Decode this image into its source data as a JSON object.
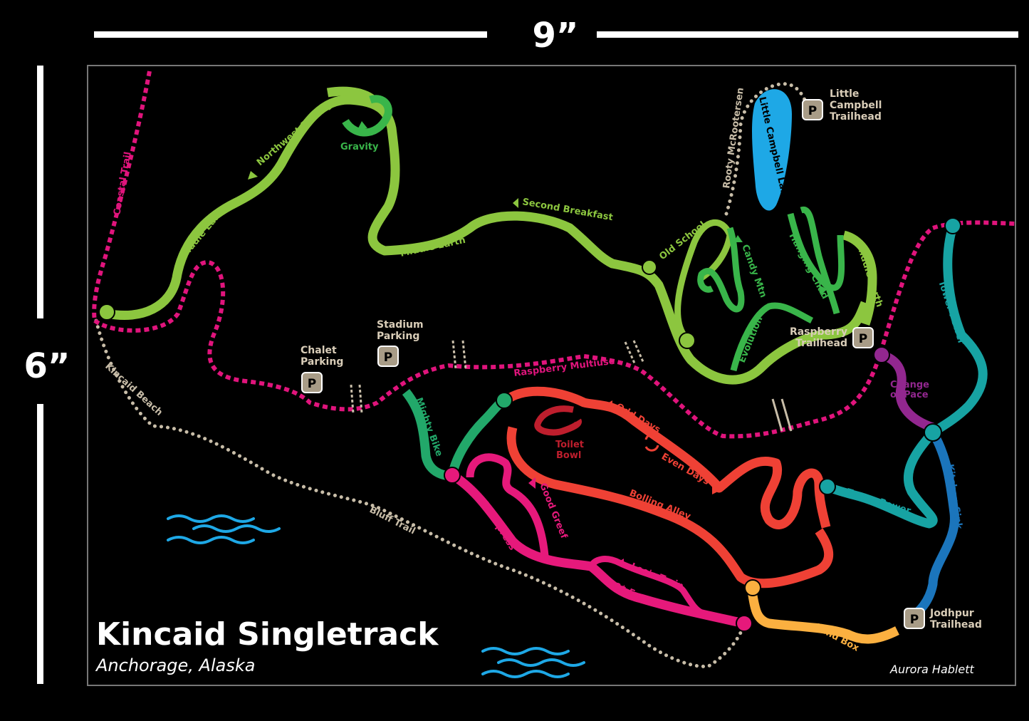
{
  "dimensions": {
    "width_label": "9”",
    "height_label": "6”"
  },
  "title": "Kincaid Singletrack",
  "subtitle": "Anchorage, Alaska",
  "signature": "Aurora Hablett",
  "colors": {
    "lime": "#8cc63f",
    "green": "#39b54a",
    "mint": "#22a86a",
    "red": "#ef4135",
    "darkred": "#be1e2d",
    "pink": "#e6197b",
    "orange": "#fbb040",
    "teal": "#17a3a3",
    "blue": "#1b75bc",
    "purple": "#92278f",
    "magenta": "#e0147c",
    "tan": "#c8bda8",
    "lake": "#1ea8e6",
    "water": "#1ea8e6"
  },
  "trail_labels": {
    "coastal_trail": "Coastal Trail",
    "kincaid_beach": "Kincaid Beach",
    "bluff_trail": "Bluff Trail",
    "middle_earth_1": "Middle Earth",
    "northwest_passage": "Northwest Passage",
    "gravity": "Gravity",
    "middle_earth_2": "Middle Earth",
    "second_breakfast": "Second Breakfast",
    "old_school": "Old School",
    "candy_mtn": "Candy Mtn",
    "rooty": "Rooty McRootersen",
    "lake": "Little Campbell Lake",
    "hanging_chad": "Hanging Chad",
    "middle_earth_3": "Middle Earth",
    "evolution": "Evolution",
    "raspberry_multiuse": "Raspberry Multiuse",
    "mighty_bike": "Mighty Bike",
    "odd_days": "Odd Days",
    "even_days": "Even Days",
    "toilet_bowl_1": "Toilet",
    "toilet_bowl_2": "Bowl",
    "good_greef": "Good Greef",
    "cs_express_1": "C$ Express",
    "cs_express_2": "C$ Express",
    "bolling_alley": "Bolling Alley",
    "lees_train": "Lee's Train",
    "tower_power_1": "Tower Power",
    "tower_power_2": "Tower Power",
    "change_of_pace_1": "Change",
    "change_of_pace_2": "of Pace",
    "kitchen_sink": "Kitchen Sink",
    "sand_box": "Sand Box"
  },
  "trailheads": {
    "little_campbell": [
      "Little",
      "Campbell",
      "Trailhead"
    ],
    "raspberry": [
      "Raspberry",
      "Trailhead"
    ],
    "chalet": [
      "Chalet",
      "Parking"
    ],
    "stadium": [
      "Stadium",
      "Parking"
    ],
    "jodhpur": [
      "Jodhpur",
      "Trailhead"
    ],
    "parking_symbol": "P"
  }
}
